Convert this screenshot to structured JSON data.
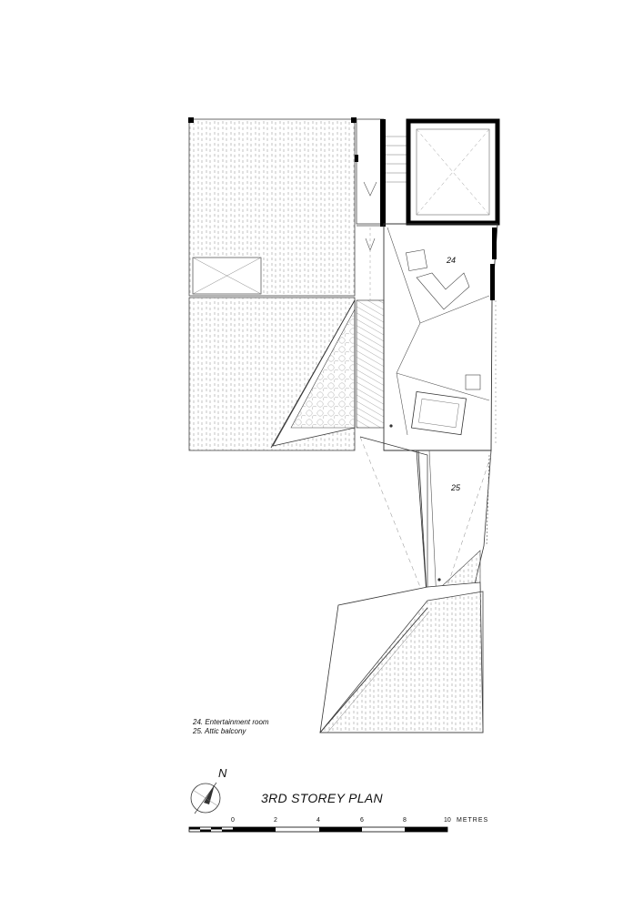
{
  "rooms": [
    {
      "number": "24",
      "label": "24"
    },
    {
      "number": "25",
      "label": "25"
    }
  ],
  "legend": [
    "24. Entertainment room",
    "25. Attic balcony"
  ],
  "title": "3RD STOREY PLAN",
  "north_arrow": "N",
  "scale": {
    "ticks": [
      "0",
      "2",
      "4",
      "6",
      "8",
      "10"
    ],
    "unit": "METRES"
  },
  "icons": [
    "north-arrow-icon",
    "scale-bar-icon"
  ]
}
